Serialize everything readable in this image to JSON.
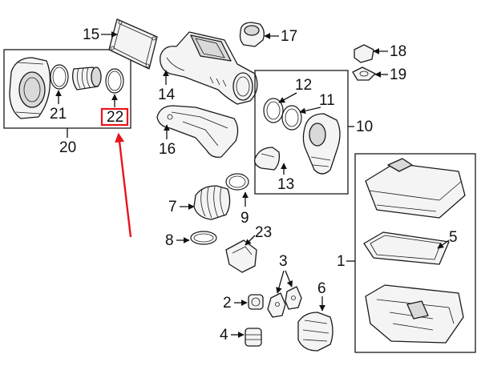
{
  "callouts": {
    "c1": "1",
    "c2": "2",
    "c3": "3",
    "c4": "4",
    "c5": "5",
    "c6": "6",
    "c7": "7",
    "c8": "8",
    "c9": "9",
    "c10": "10",
    "c11": "11",
    "c12": "12",
    "c13": "13",
    "c14": "14",
    "c15": "15",
    "c16": "16",
    "c17": "17",
    "c18": "18",
    "c19": "19",
    "c20": "20",
    "c21": "21",
    "c22": "22",
    "c23": "23"
  },
  "highlight": {
    "callout": "22",
    "color": "#e8151b"
  },
  "colors": {
    "ink": "#1a1a1a",
    "part_fill": "#f4f4f4",
    "shade": "#d9d9d9"
  }
}
